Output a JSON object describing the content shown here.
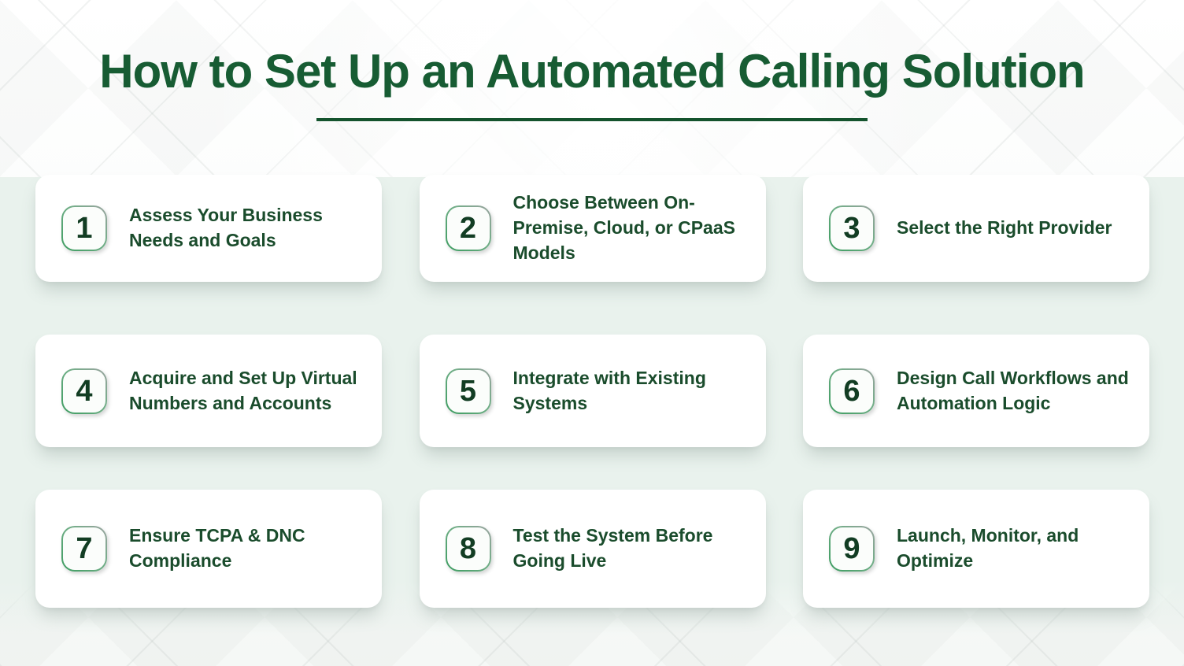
{
  "title": "How to Set Up an Automated Calling Solution",
  "steps": [
    {
      "number": "1",
      "label": "Assess Your Business Needs and Goals"
    },
    {
      "number": "2",
      "label": "Choose Between On-Premise, Cloud, or CPaaS Models"
    },
    {
      "number": "3",
      "label": "Select the Right Provider"
    },
    {
      "number": "4",
      "label": "Acquire and Set Up Virtual Numbers and Accounts"
    },
    {
      "number": "5",
      "label": "Integrate with Existing Systems"
    },
    {
      "number": "6",
      "label": "Design Call Workflows and Automation Logic"
    },
    {
      "number": "7",
      "label": "Ensure TCPA & DNC Compliance"
    },
    {
      "number": "8",
      "label": "Test the System Before Going Live"
    },
    {
      "number": "9",
      "label": "Launch, Monitor, and Optimize"
    }
  ],
  "colors": {
    "title_green": "#175c33",
    "underline_green": "#14532d",
    "label_green": "#1a4c2c",
    "number_green": "#123d23",
    "badge_border_green": "#3c9c60",
    "badge_border_gray": "#9ba3a0",
    "band_mint": "#e9f2ed",
    "card_white": "#ffffff"
  }
}
